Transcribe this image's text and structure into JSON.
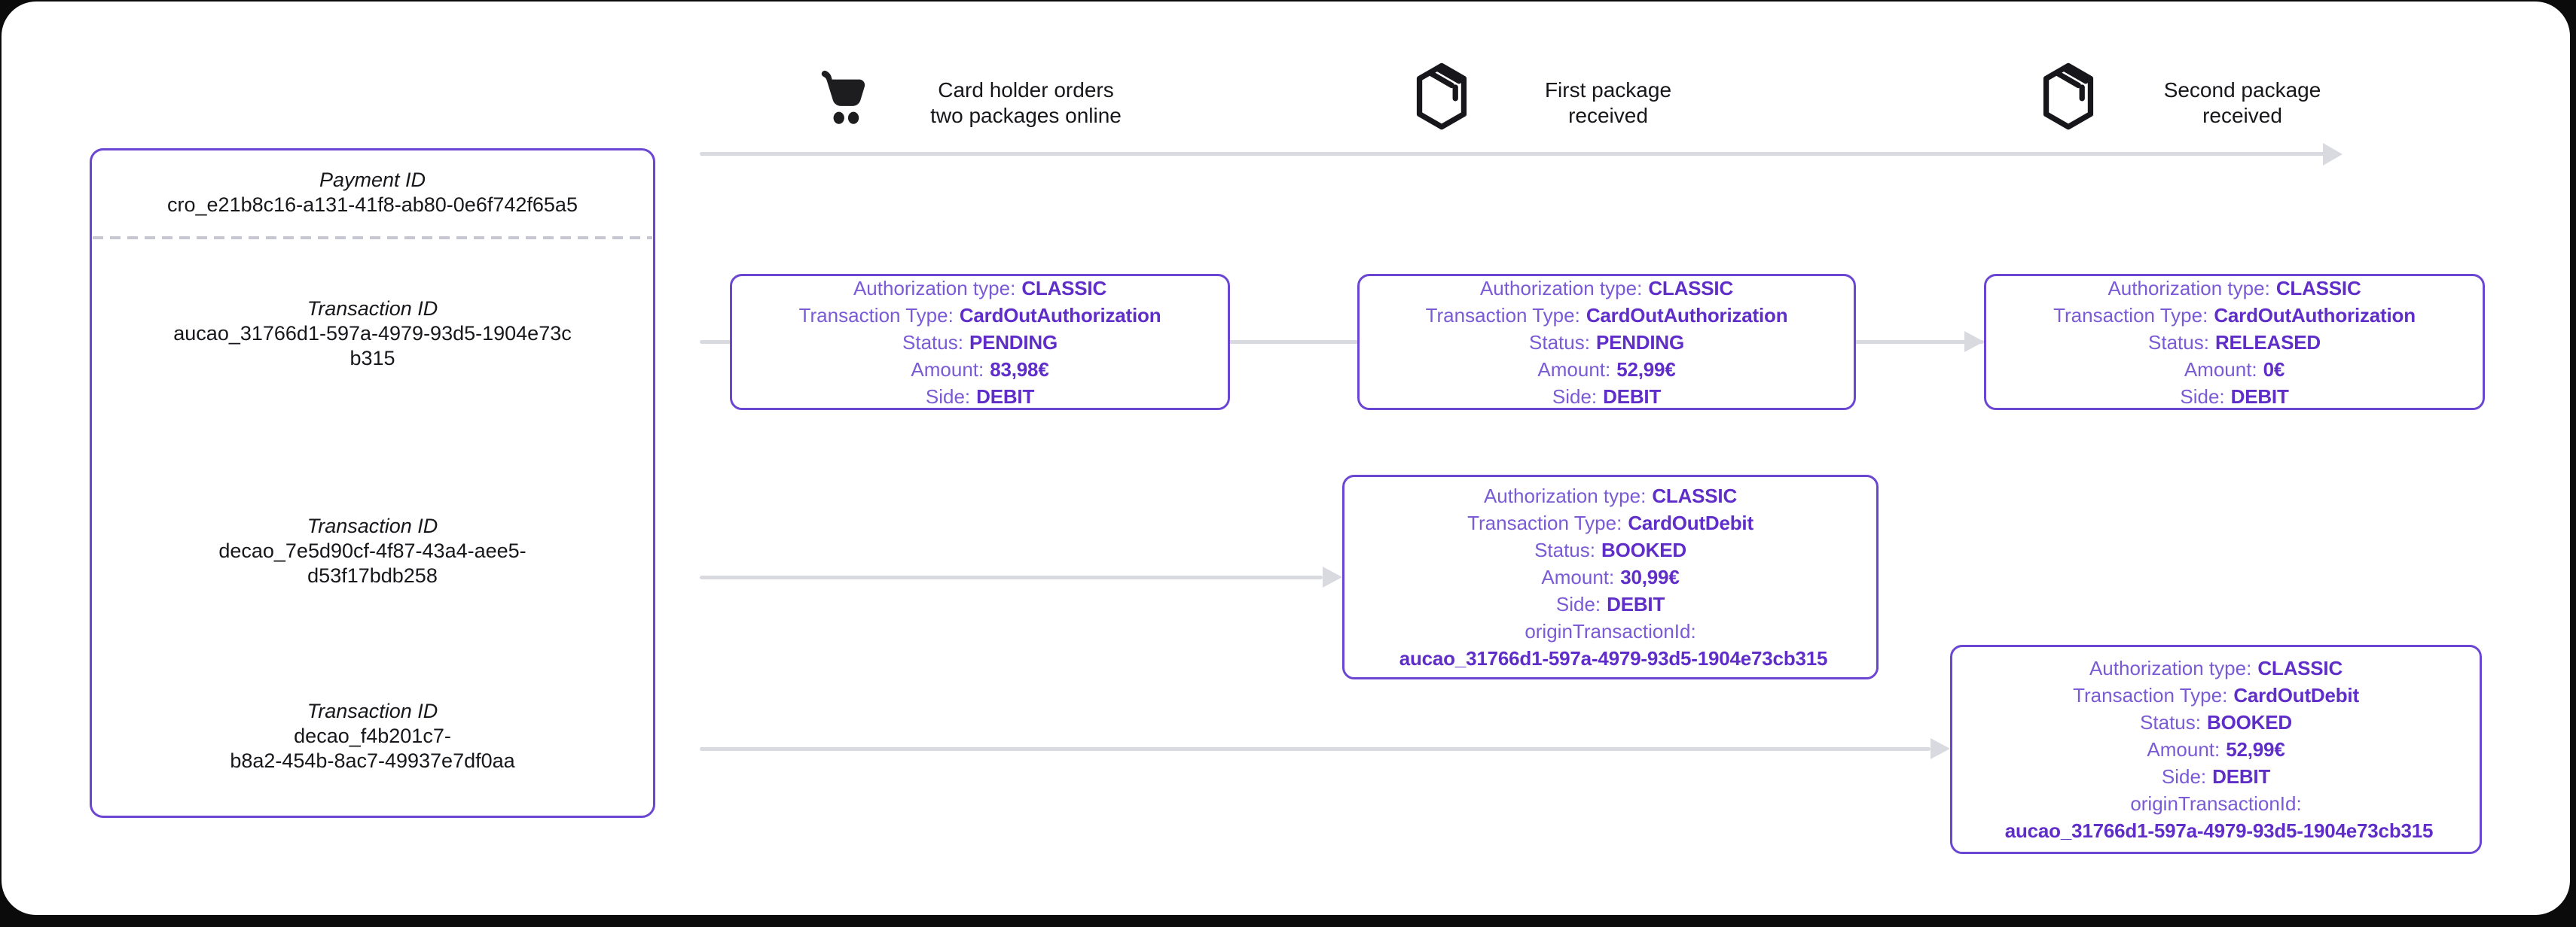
{
  "colors": {
    "accent_purple": "#6B46D3",
    "label_purple": "#7A5AD5",
    "value_purple": "#5F2DC8",
    "arrow_gray": "#D9D9E0",
    "page_background": "#0B0B0C",
    "canvas_background": "#FFFFFF",
    "icon_black": "#1D1D20"
  },
  "panel": {
    "payment_label": "Payment ID",
    "payment_id": "cro_e21b8c16-a131-41f8-ab80-0e6f742f65a5",
    "transactions": [
      {
        "label": "Transaction ID",
        "lines": [
          "aucao_31766d1-597a-4979-93d5-1904e73c",
          "b315"
        ]
      },
      {
        "label": "Transaction ID",
        "lines": [
          "decao_7e5d90cf-4f87-43a4-aee5-",
          "d53f17bdb258"
        ]
      },
      {
        "label": "Transaction ID",
        "lines": [
          "decao_f4b201c7-",
          "b8a2-454b-8ac7-49937e7df0aa"
        ]
      }
    ]
  },
  "timeline": {
    "steps": [
      {
        "icon": "shopping-cart-icon",
        "lines": [
          "Card holder orders",
          "two packages online"
        ]
      },
      {
        "icon": "package-icon",
        "lines": [
          "First package",
          "received"
        ]
      },
      {
        "icon": "package-icon",
        "lines": [
          "Second package",
          "received"
        ]
      }
    ]
  },
  "tx_boxes": [
    {
      "fields": [
        {
          "label": "Authorization type:",
          "value": "CLASSIC"
        },
        {
          "label": "Transaction Type:",
          "value": "CardOutAuthorization"
        },
        {
          "label": "Status:",
          "value": "PENDING"
        },
        {
          "label": "Amount:",
          "value": "83,98€"
        },
        {
          "label": "Side:",
          "value": "DEBIT"
        }
      ]
    },
    {
      "fields": [
        {
          "label": "Authorization type:",
          "value": "CLASSIC"
        },
        {
          "label": "Transaction Type:",
          "value": "CardOutAuthorization"
        },
        {
          "label": "Status:",
          "value": "PENDING"
        },
        {
          "label": "Amount:",
          "value": "52,99€"
        },
        {
          "label": "Side:",
          "value": "DEBIT"
        }
      ]
    },
    {
      "fields": [
        {
          "label": "Authorization type:",
          "value": "CLASSIC"
        },
        {
          "label": "Transaction Type:",
          "value": "CardOutAuthorization"
        },
        {
          "label": "Status:",
          "value": "RELEASED"
        },
        {
          "label": "Amount:",
          "value": "0€"
        },
        {
          "label": "Side:",
          "value": "DEBIT"
        }
      ]
    },
    {
      "fields": [
        {
          "label": "Authorization type:",
          "value": "CLASSIC"
        },
        {
          "label": "Transaction Type:",
          "value": "CardOutDebit"
        },
        {
          "label": "Status:",
          "value": "BOOKED"
        },
        {
          "label": "Amount:",
          "value": "30,99€"
        },
        {
          "label": "Side:",
          "value": "DEBIT"
        },
        {
          "label": "originTransactionId:",
          "value": ""
        },
        {
          "label": "",
          "value": "aucao_31766d1-597a-4979-93d5-1904e73cb315"
        }
      ]
    },
    {
      "fields": [
        {
          "label": "Authorization type:",
          "value": "CLASSIC"
        },
        {
          "label": "Transaction Type:",
          "value": "CardOutDebit"
        },
        {
          "label": "Status:",
          "value": "BOOKED"
        },
        {
          "label": "Amount:",
          "value": "52,99€"
        },
        {
          "label": "Side:",
          "value": "DEBIT"
        },
        {
          "label": "originTransactionId:",
          "value": ""
        },
        {
          "label": "",
          "value": "aucao_31766d1-597a-4979-93d5-1904e73cb315"
        }
      ]
    }
  ]
}
